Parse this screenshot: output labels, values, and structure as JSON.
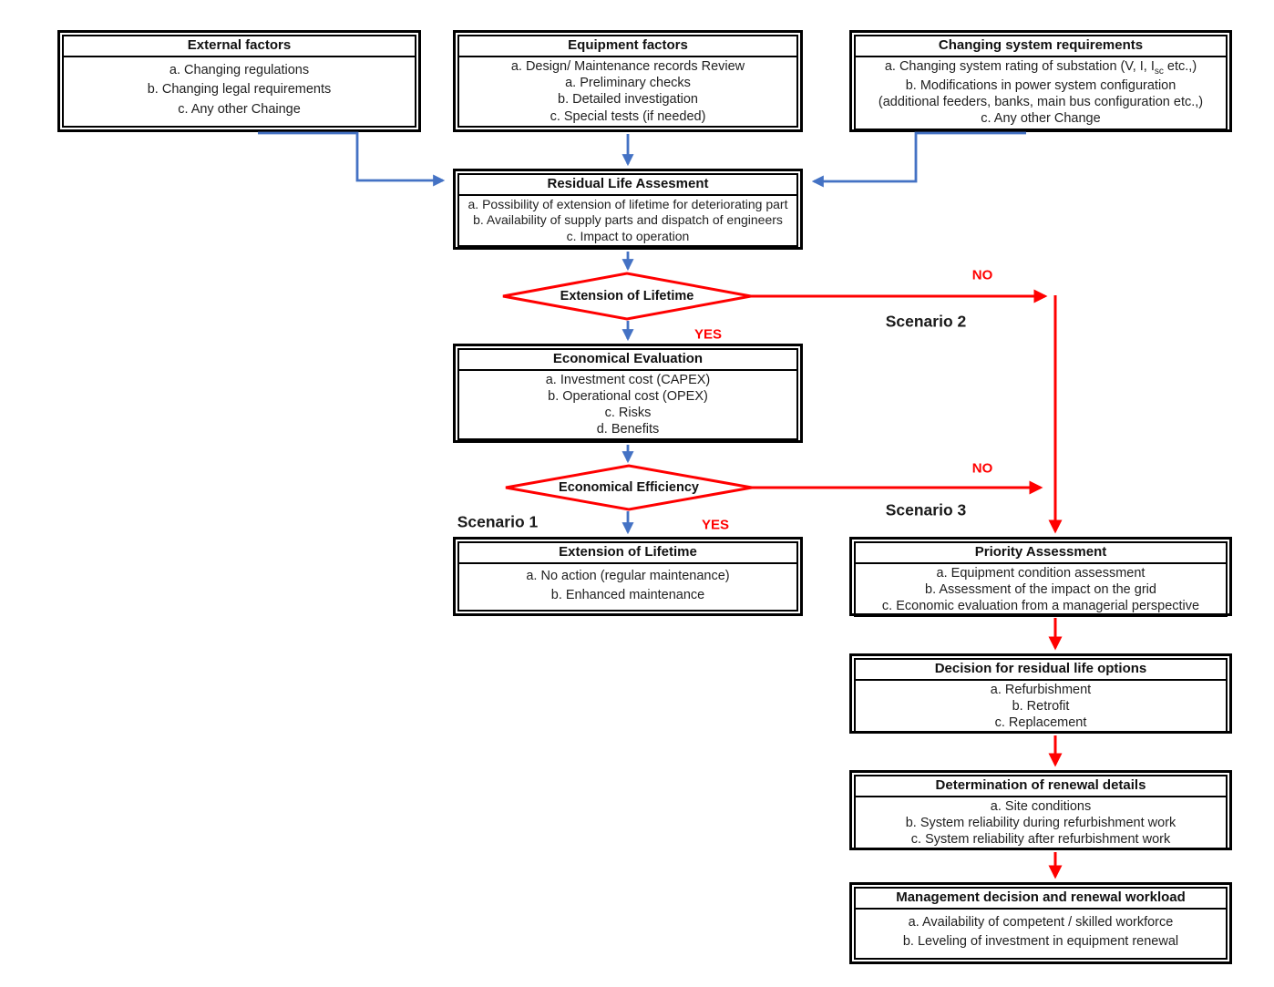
{
  "colors": {
    "arrow_blue": "#4472C4",
    "arrow_red": "#FF0000",
    "border_black": "#000000"
  },
  "boxes": {
    "external_factors": {
      "title": "External factors",
      "items": [
        "a. Changing regulations",
        "b. Changing legal requirements",
        "c. Any other Chainge"
      ]
    },
    "equipment_factors": {
      "title": "Equipment factors",
      "items": [
        "a. Design/ Maintenance records Review",
        "a. Preliminary checks",
        "b. Detailed investigation",
        "c. Special tests (if needed)"
      ]
    },
    "changing_system_requirements": {
      "title": "Changing system requirements",
      "item_a": {
        "prefix": "a. Changing system rating of substation (V, I, I",
        "sub": "sc",
        "suffix": " etc.,)"
      },
      "items": [
        "b. Modifications in power system configuration",
        "(additional feeders, banks, main bus configuration etc.,)",
        "c. Any other Change"
      ]
    },
    "residual_life_assesment": {
      "title": "Residual Life Assesment",
      "items": [
        "a. Possibility of extension of lifetime for deteriorating part",
        "b. Availability of supply parts and dispatch of engineers",
        "c. Impact to operation"
      ]
    },
    "economical_evaluation": {
      "title": "Economical Evaluation",
      "items": [
        "a. Investment cost (CAPEX)",
        "b. Operational cost (OPEX)",
        "c. Risks",
        "d. Benefits"
      ]
    },
    "extension_of_lifetime_result": {
      "title": "Extension of Lifetime",
      "items": [
        "a. No action (regular maintenance)",
        "b. Enhanced maintenance"
      ]
    },
    "priority_assessment": {
      "title": "Priority Assessment",
      "items": [
        "a. Equipment condition assessment",
        "b. Assessment of the impact on the grid",
        "c. Economic evaluation from a managerial perspective"
      ]
    },
    "decision_for_residual_life_options": {
      "title": "Decision for residual life options",
      "items": [
        "a. Refurbishment",
        "b. Retrofit",
        "c. Replacement"
      ]
    },
    "determination_of_renewal_details": {
      "title": "Determination of renewal details",
      "items": [
        "a. Site conditions",
        "b. System reliability during refurbishment work",
        "c. System reliability after refurbishment work"
      ]
    },
    "management_decision_and_renewal_workload": {
      "title": "Management decision and renewal workload",
      "items": [
        "a. Availability of competent / skilled workforce",
        "b. Leveling of investment in equipment renewal"
      ]
    }
  },
  "decisions": {
    "extension_of_lifetime": "Extension of Lifetime",
    "economical_efficiency": "Economical Efficiency"
  },
  "labels": {
    "no_1": "NO",
    "no_2": "NO",
    "yes_1": "YES",
    "yes_2": "YES",
    "scenario_1": "Scenario 1",
    "scenario_2": "Scenario 2",
    "scenario_3": "Scenario 3"
  }
}
